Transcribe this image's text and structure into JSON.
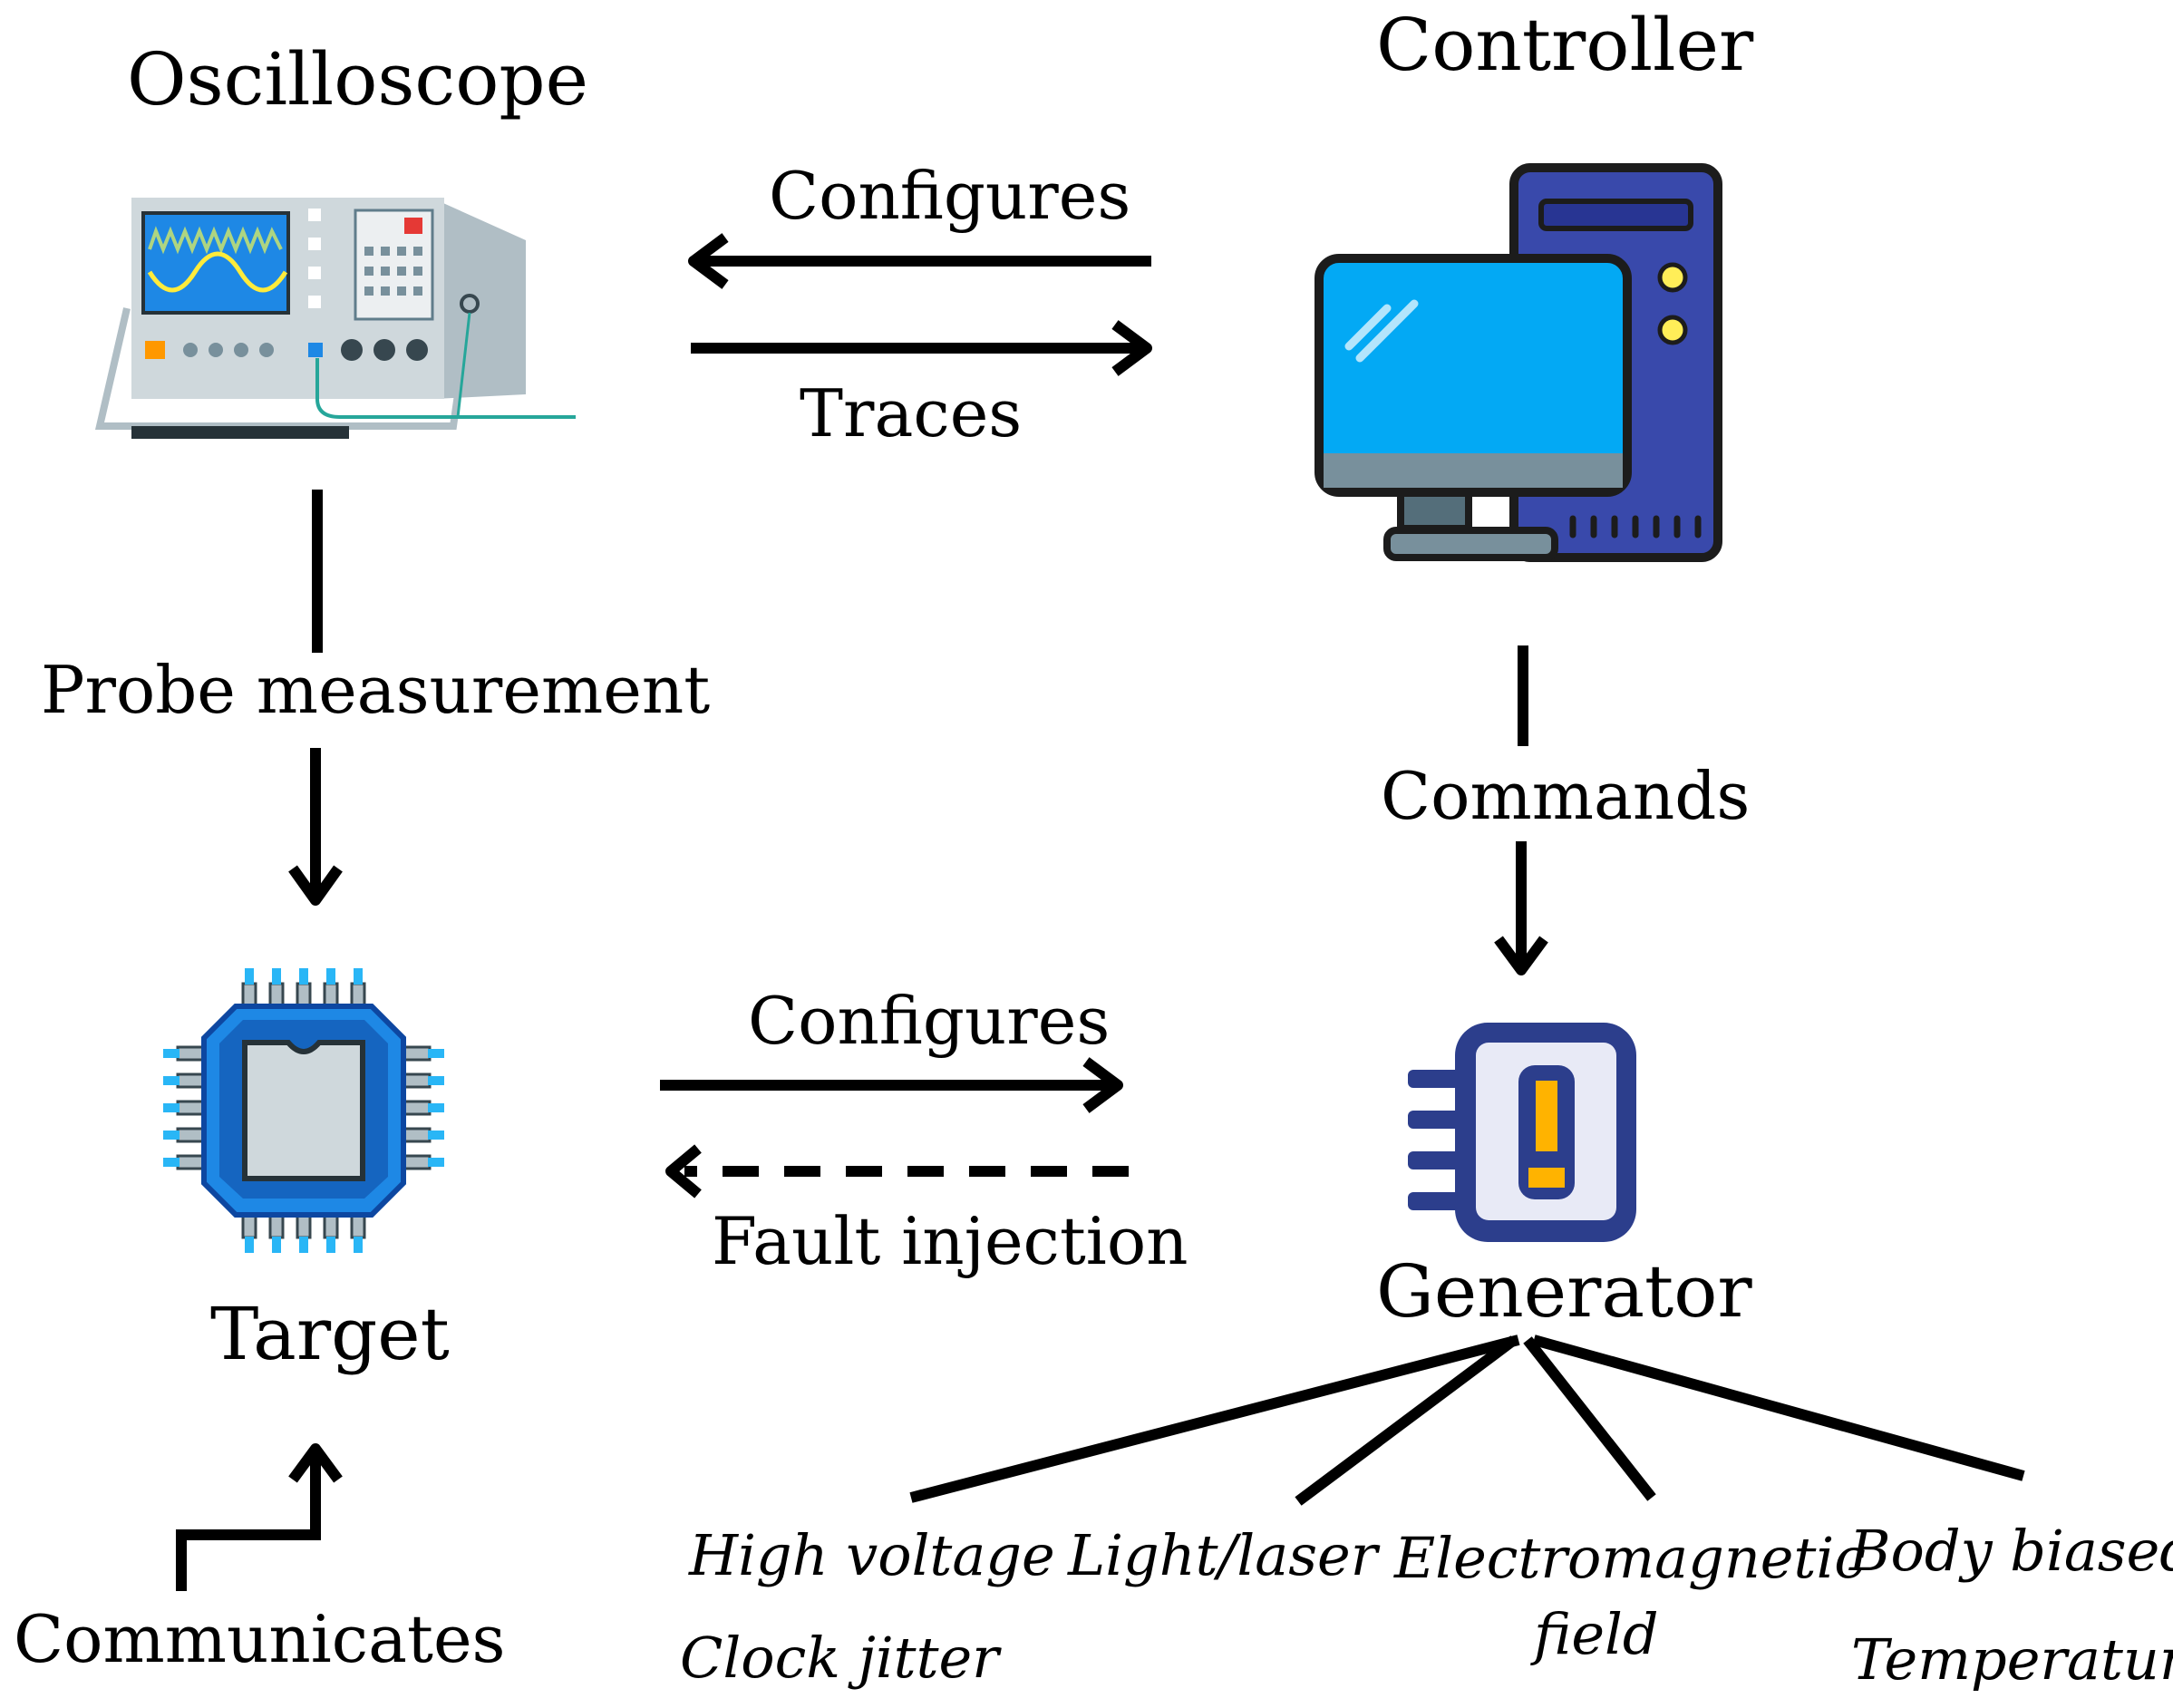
{
  "nodes": {
    "oscilloscope": "Oscilloscope",
    "controller": "Controller",
    "target": "Target",
    "generator": "Generator"
  },
  "edges": {
    "configures_scope": "Configures",
    "traces": "Traces",
    "probe_measurement": "Probe measurement",
    "commands": "Commands",
    "configures_generator": "Configures",
    "fault_injection": "Fault injection",
    "communicates": "Communicates"
  },
  "fault_methods": {
    "high_voltage": "High voltage",
    "clock_jitter": "Clock jitter",
    "light_laser": "Light/laser",
    "electromagnetic_line1": "Electromagnetic",
    "electromagnetic_line2": "field",
    "body_biased": "Body biased",
    "temperature": "Temperature"
  },
  "icons": {
    "oscilloscope": "oscilloscope-icon",
    "computer": "computer-icon",
    "chip": "microchip-icon",
    "generator": "generator-icon"
  },
  "colors": {
    "line": "#000000",
    "screen_blue": "#1e88e5",
    "tower_blue": "#3949ab",
    "chip_blue": "#1e88e5",
    "warning_orange": "#ffb300"
  }
}
